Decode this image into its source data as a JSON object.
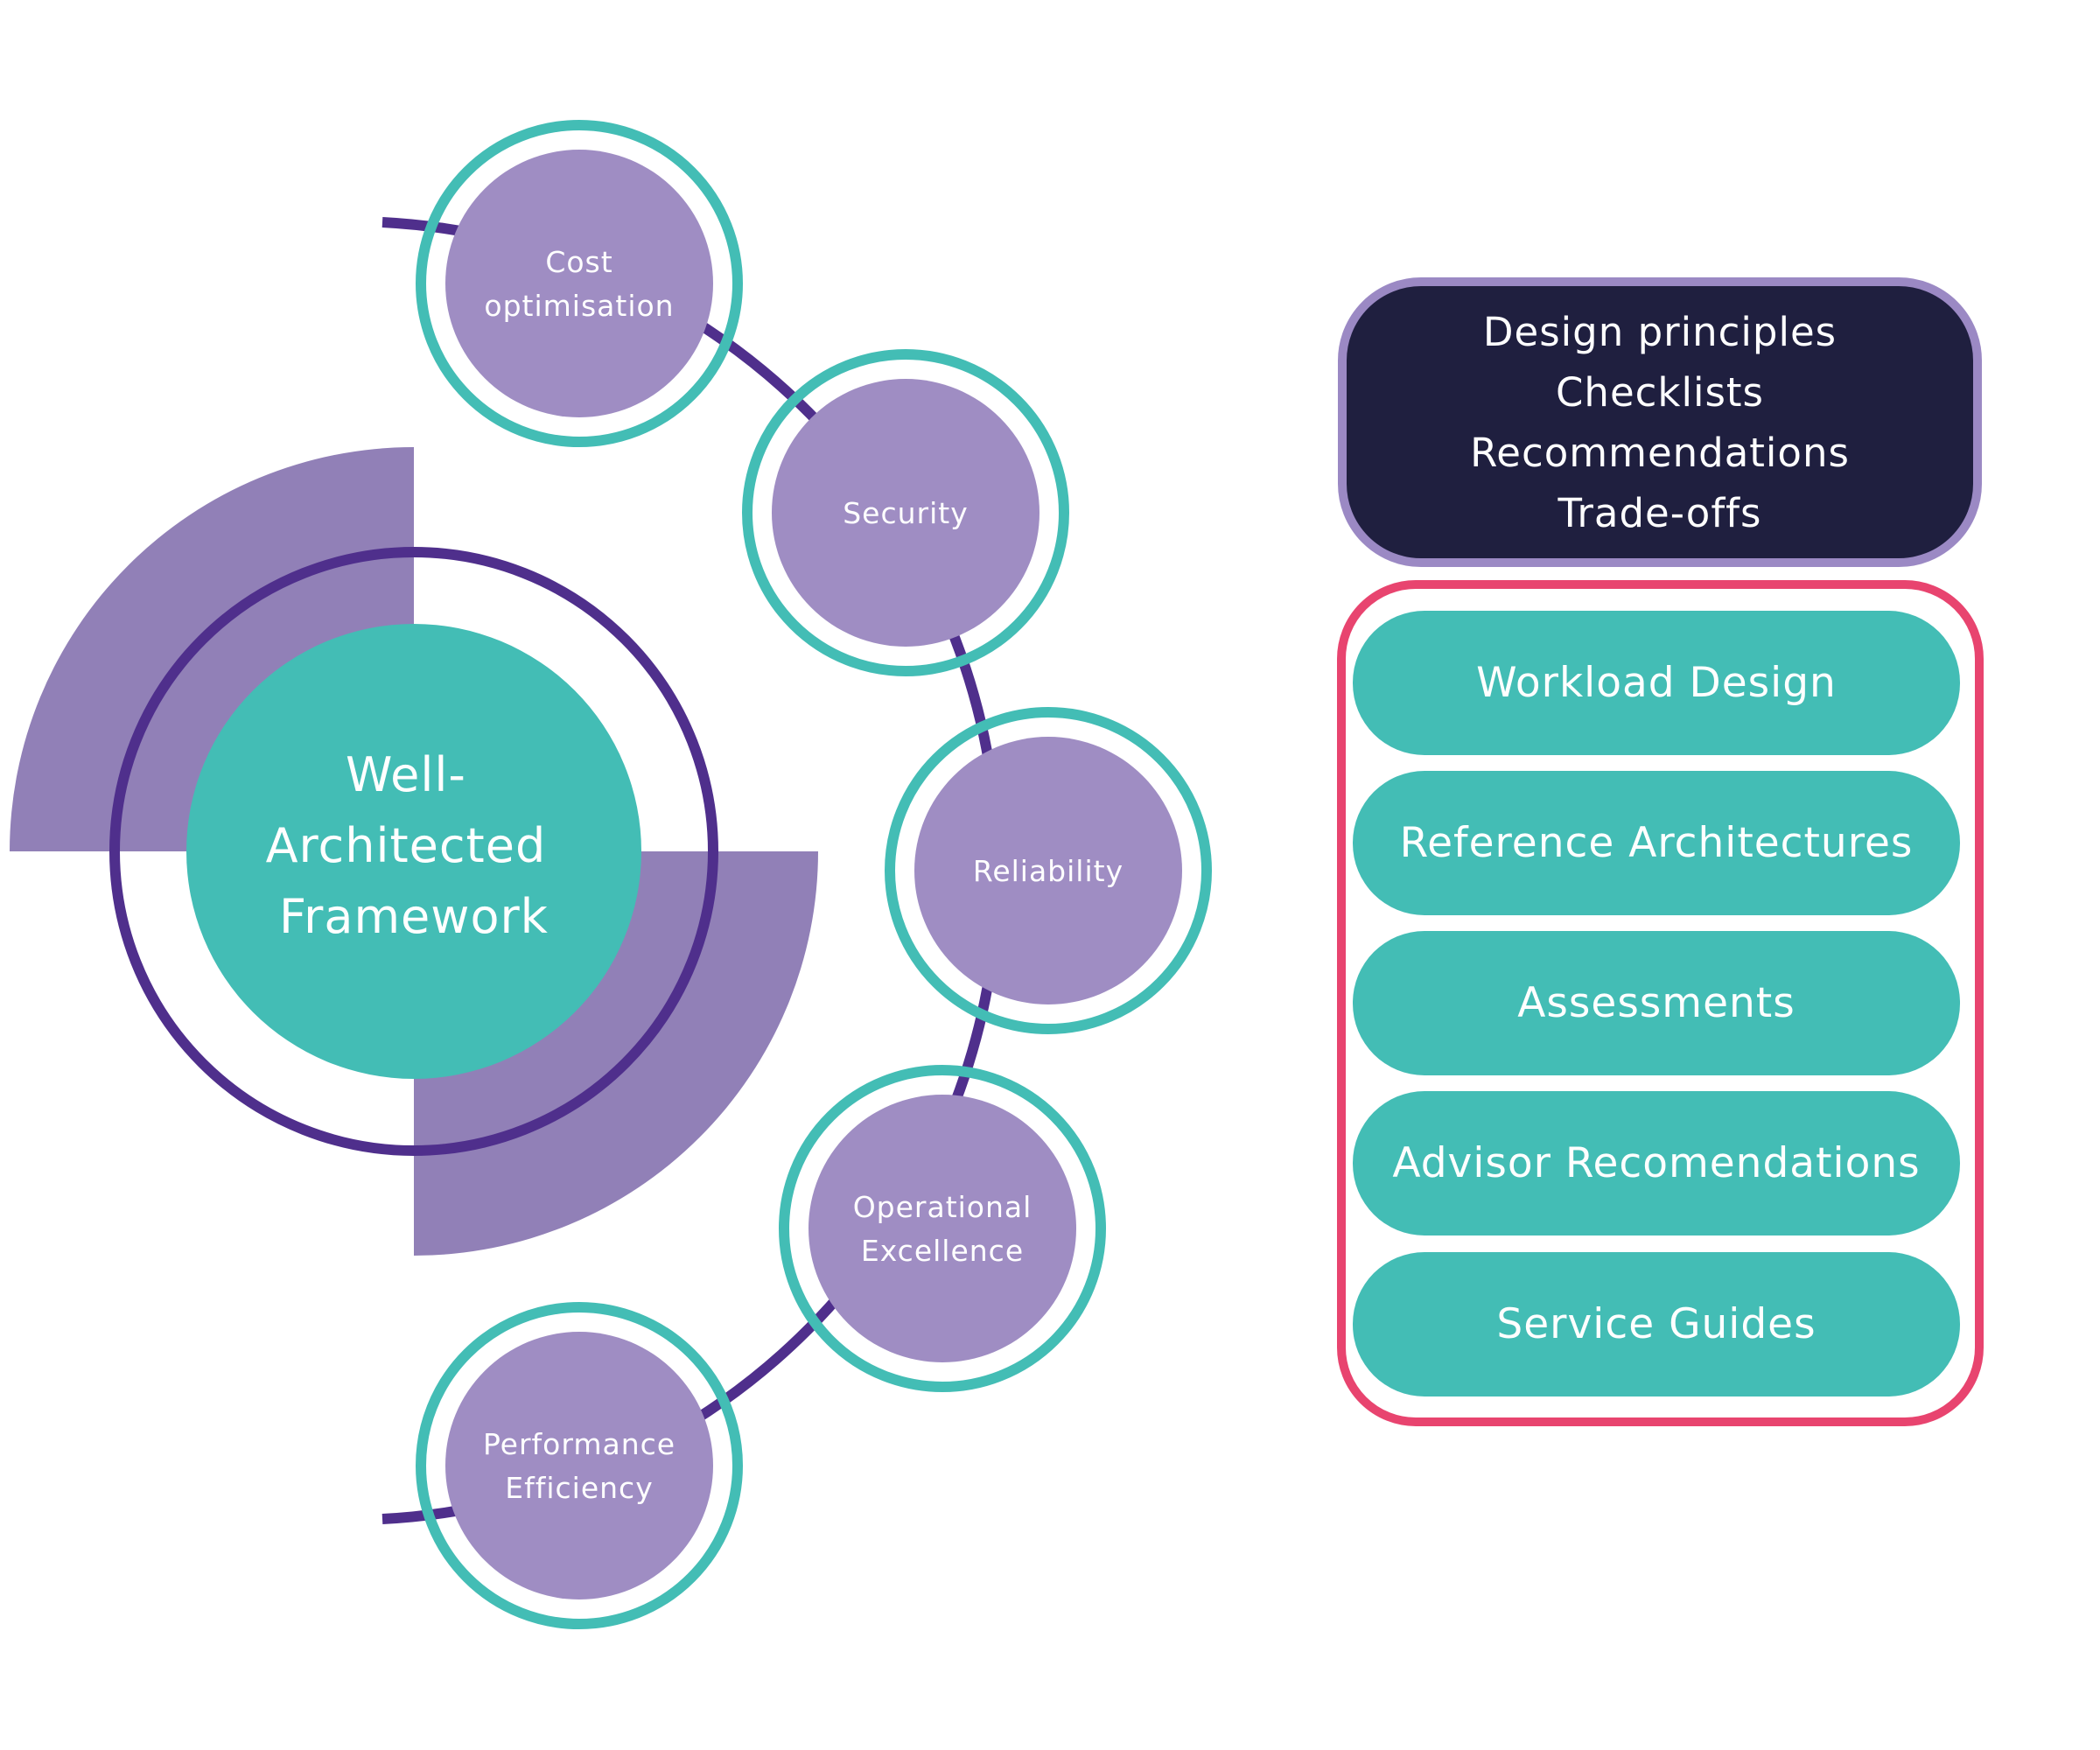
{
  "colors": {
    "teal": "#43bdb5",
    "pillar_purple": "#9f8dc3",
    "quadrant_purple": "#9180b7",
    "ring_dark_purple": "#4f2f8c",
    "navy": "#1f1f3f",
    "lavender_border": "#9b89c4",
    "pink_border": "#e8446f",
    "text_white": "#ffffff"
  },
  "center": {
    "lines": [
      "Well-",
      "Architected",
      "Framework"
    ]
  },
  "pillars": [
    {
      "id": "cost",
      "lines": [
        "Cost",
        "optimisation"
      ]
    },
    {
      "id": "security",
      "lines": [
        "Security"
      ]
    },
    {
      "id": "reliability",
      "lines": [
        "Reliability"
      ]
    },
    {
      "id": "operational",
      "lines": [
        "Operational",
        "Excellence"
      ]
    },
    {
      "id": "performance",
      "lines": [
        "Performance",
        "Efficiency"
      ]
    }
  ],
  "principles": {
    "lines": [
      "Design principles",
      "Checklists",
      "Recommendations",
      "Trade-offs"
    ]
  },
  "resources": {
    "items": [
      {
        "label": "Workload Design"
      },
      {
        "label": "Reference Architectures"
      },
      {
        "label": "Assessments"
      },
      {
        "label": "Advisor Recomendations"
      },
      {
        "label": "Service Guides"
      }
    ]
  }
}
